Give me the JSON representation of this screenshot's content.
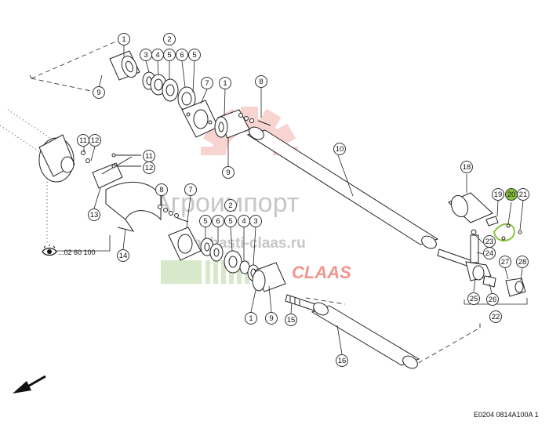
{
  "watermark": {
    "brand_text": "Агроимпорт",
    "url_text": "zapchasti-claas.ru",
    "logo_text": "CLAAS",
    "brand_color": "#e8402f",
    "green_color": "#b9d7a0"
  },
  "diagram": {
    "reference_note": "...02 60 100",
    "drawing_code": "E0204 0814A100A 1",
    "highlight_color": "#8ac43f",
    "callouts": [
      {
        "id": "c1",
        "num": "1"
      },
      {
        "id": "c2",
        "num": "2"
      },
      {
        "id": "c3",
        "num": "3"
      },
      {
        "id": "c4",
        "num": "4"
      },
      {
        "id": "c5",
        "num": "5"
      },
      {
        "id": "c6",
        "num": "6"
      },
      {
        "id": "c7",
        "num": "5"
      },
      {
        "id": "c8",
        "num": "9"
      },
      {
        "id": "c9",
        "num": "7"
      },
      {
        "id": "c10",
        "num": "1"
      },
      {
        "id": "c11",
        "num": "8"
      },
      {
        "id": "c12",
        "num": "9"
      },
      {
        "id": "c13",
        "num": "10"
      },
      {
        "id": "c14",
        "num": "11"
      },
      {
        "id": "c15",
        "num": "12"
      },
      {
        "id": "c16",
        "num": "11"
      },
      {
        "id": "c17",
        "num": "12"
      },
      {
        "id": "c18",
        "num": "13"
      },
      {
        "id": "c19",
        "num": "8"
      },
      {
        "id": "c20",
        "num": "7"
      },
      {
        "id": "c21",
        "num": "2"
      },
      {
        "id": "c22",
        "num": "5"
      },
      {
        "id": "c23",
        "num": "6"
      },
      {
        "id": "c24",
        "num": "5"
      },
      {
        "id": "c25",
        "num": "4"
      },
      {
        "id": "c26",
        "num": "3"
      },
      {
        "id": "c27",
        "num": "14"
      },
      {
        "id": "c28",
        "num": "1"
      },
      {
        "id": "c29",
        "num": "9"
      },
      {
        "id": "c30",
        "num": "15"
      },
      {
        "id": "c31",
        "num": "16"
      },
      {
        "id": "c32",
        "num": "18"
      },
      {
        "id": "c33",
        "num": "19"
      },
      {
        "id": "c34",
        "num": "20",
        "highlight": true
      },
      {
        "id": "c35",
        "num": "21"
      },
      {
        "id": "c36",
        "num": "23"
      },
      {
        "id": "c37",
        "num": "24"
      },
      {
        "id": "c38",
        "num": "27"
      },
      {
        "id": "c39",
        "num": "28"
      },
      {
        "id": "c40",
        "num": "25"
      },
      {
        "id": "c41",
        "num": "26"
      },
      {
        "id": "c42",
        "num": "22"
      }
    ]
  }
}
